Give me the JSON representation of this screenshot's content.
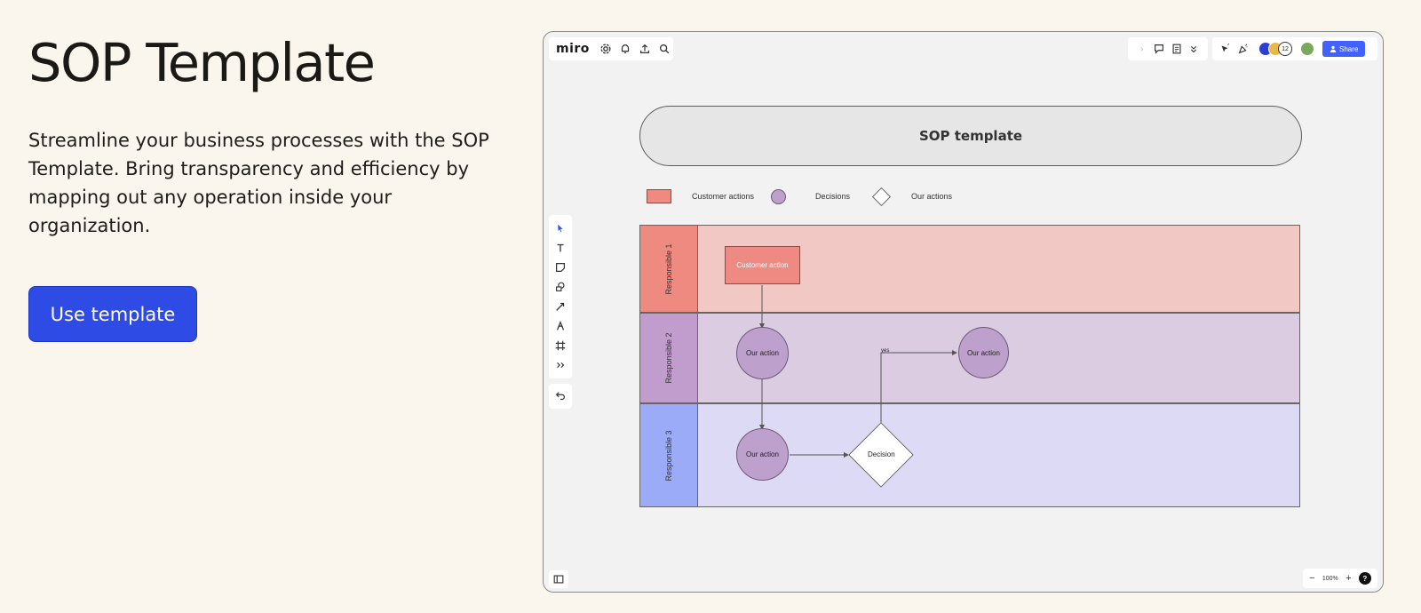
{
  "page": {
    "title": "SOP Template",
    "description": "Streamline your business processes with the SOP Template. Bring transparency and efficiency by mapping out any operation inside your organization.",
    "cta_label": "Use template"
  },
  "board": {
    "logo": "miro",
    "toolbar_left_icons": [
      "settings-icon",
      "bell-icon",
      "upload-icon",
      "search-icon"
    ],
    "toolbar_mid_icons": [
      "comment-icon",
      "notes-icon",
      "chevrons-down-icon"
    ],
    "toolbar_right_icons": [
      "cursor-icon",
      "celebrate-icon"
    ],
    "collaborator_count": "12",
    "share_label": "Share",
    "zoom_level": "100%",
    "help_label": "?",
    "diagram_title": "SOP template",
    "legend": {
      "customer_actions": "Customer actions",
      "decisions": "Decisions",
      "our_actions": "Our actions"
    },
    "lanes": [
      "Responsible 1",
      "Responsible 2",
      "Responsible 3"
    ],
    "nodes": {
      "customer_action": "Customer action",
      "our_action_1": "Our action",
      "our_action_2": "Our action",
      "our_action_3": "Our action",
      "decision": "Decision",
      "yes_label": "yes"
    },
    "colors": {
      "lane1": "#f2c8c5",
      "lane1_header": "#ef8a80",
      "lane2": "#dccce2",
      "lane2_header": "#c09dcc",
      "lane3": "#dcdaf5",
      "lane3_header": "#9cabf7",
      "accent": "#2f4be5"
    }
  }
}
